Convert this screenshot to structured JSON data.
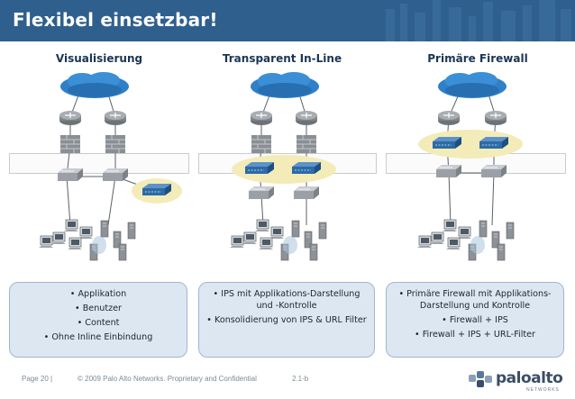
{
  "header": {
    "title": "Flexibel einsetzbar!"
  },
  "columns": [
    {
      "title": "Visualisierung",
      "bullets": [
        "• Applikation",
        "• Benutzer",
        "• Content",
        "• Ohne Inline Einbindung"
      ]
    },
    {
      "title": "Transparent In-Line",
      "bullets": [
        "• IPS mit Applikations-Darstellung und -Kontrolle",
        "• Konsolidierung von IPS & URL Filter"
      ]
    },
    {
      "title": "Primäre Firewall",
      "bullets": [
        "• Primäre Firewall mit Applikations-Darstellung und Kontrolle",
        "• Firewall + IPS",
        "• Firewall + IPS + URL-Filter"
      ]
    }
  ],
  "footer": {
    "page": "Page 20  |",
    "copyright": "© 2009 Palo Alto Networks. Proprietary and Confidential",
    "version": "2.1-b"
  },
  "logo": {
    "text": "paloalto",
    "sub": "NETWORKS"
  },
  "colors": {
    "header": "#2f5f8d",
    "highlight": "#f3ecb8",
    "device": "#2d6aa6",
    "cloud": "#2f80c8"
  }
}
